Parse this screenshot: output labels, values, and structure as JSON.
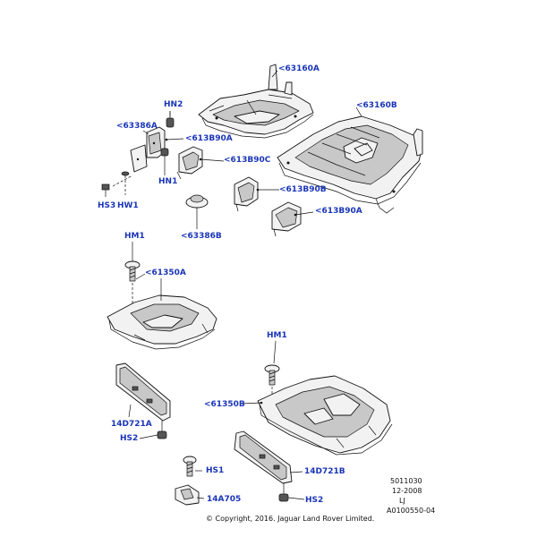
{
  "callouts": {
    "c63160a": "<63160A",
    "c63160b": "<63160B",
    "hn2": "HN2",
    "c63386a": "<63386A",
    "c613b90a_1": "<613B90A",
    "c613b90c": "<613B90C",
    "hn1": "HN1",
    "hs3": "HS3",
    "hw1": "HW1",
    "c613b90b": "<613B90B",
    "c613b90a_2": "<613B90A",
    "c63386b": "<63386B",
    "hm1_1": "HM1",
    "c61350a": "<61350A",
    "hm1_2": "HM1",
    "c61350b": "<61350B",
    "c14d721a": "14D721A",
    "hs2_1": "HS2",
    "hs1": "HS1",
    "c14d721b": "14D721B",
    "c14a705": "14A705",
    "hs2_2": "HS2"
  },
  "meta": {
    "code1": "5011030",
    "date": "12-2008",
    "initials": "LJ",
    "ref": "A0100550-04"
  },
  "copyright": "© Copyright, 2016. Jaguar Land Rover Limited."
}
